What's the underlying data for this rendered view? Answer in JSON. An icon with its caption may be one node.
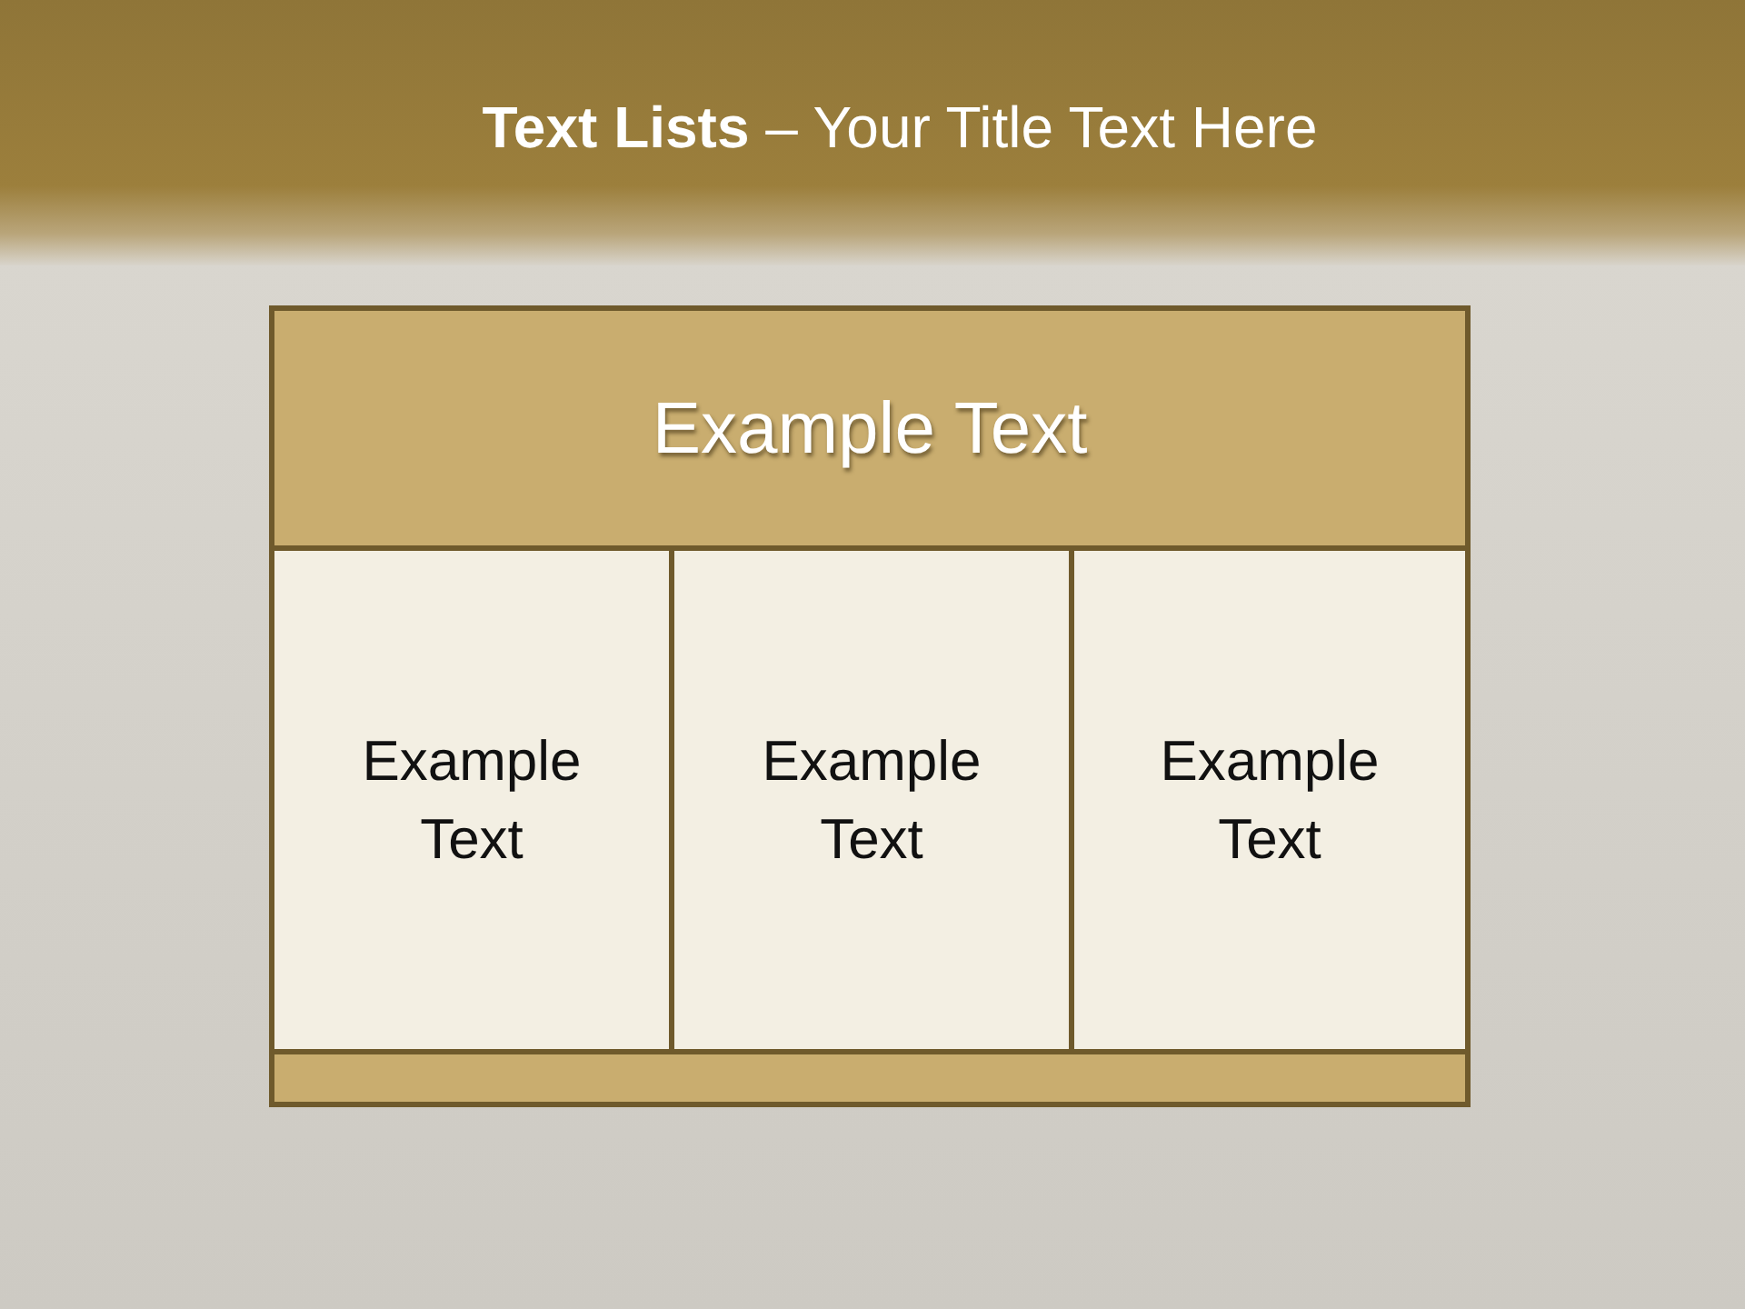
{
  "diagram": {
    "title": "**Text Lists** – Your Title Text Here",
    "nodes": [
      {
        "text": [
          "Example Text"
        ]
      },
      {
        "text": [
          "Example Text"
        ]
      },
      {
        "text": [
          "Example Text"
        ]
      },
      {
        "text": [
          "Example Text"
        ]
      },
      {
        "text": [],
        "shape": "bar"
      }
    ]
  }
}
